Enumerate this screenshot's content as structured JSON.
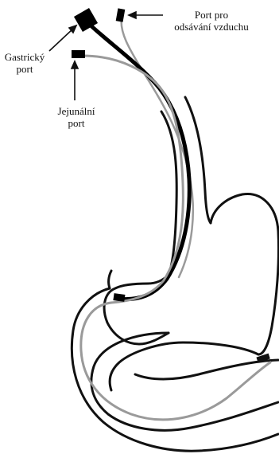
{
  "labels": {
    "air_port": [
      "Port pro",
      "odsávání vzduchu"
    ],
    "gastric_port": [
      "Gastrický",
      "port"
    ],
    "jejunal_port": [
      "Jejunální",
      "port"
    ]
  },
  "colors": {
    "background": "#ffffff",
    "outline": "#111111",
    "gastric_tube": "#000000",
    "jejunal_tube": "#9a9a9a",
    "air_tube": "#9a9a9a"
  },
  "icons": [
    "gastric-port-connector",
    "jejunal-port-connector",
    "air-port-connector",
    "arrow-icon"
  ]
}
